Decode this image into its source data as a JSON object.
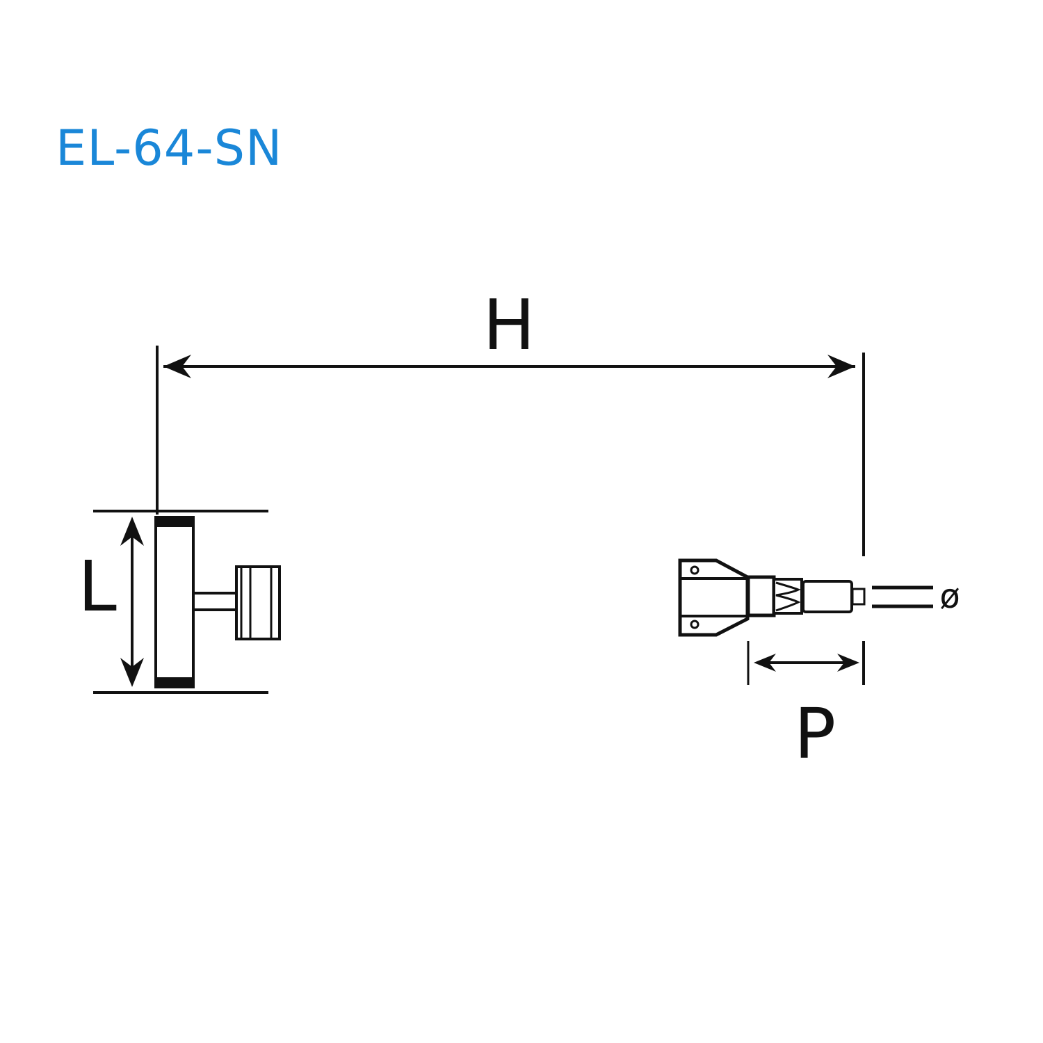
{
  "title": "EL-64-SN",
  "colors": {
    "title": "#1a87d8",
    "line": "#111111"
  },
  "dimensions": {
    "height_label": "H",
    "length_label": "L",
    "stroke_label": "P",
    "diameter_label": "ø"
  }
}
